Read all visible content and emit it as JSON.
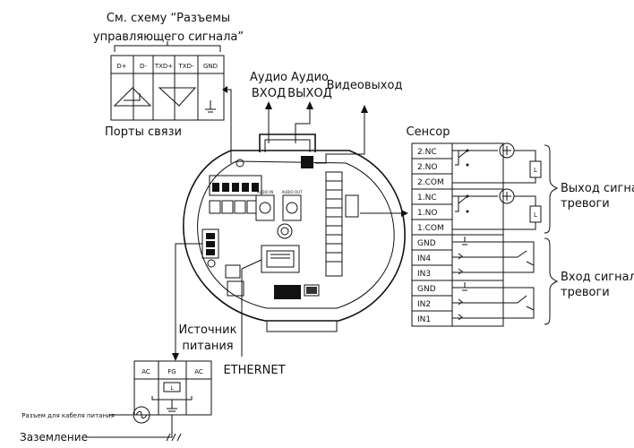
{
  "labels": {
    "see_scheme_line1": "См. схему “Разъемы",
    "see_scheme_line2": "управляющего сигнала”",
    "comm_ports": "Порты связи",
    "audio_in_line1": "Аудио",
    "audio_in_line2": "ВХОД",
    "audio_out_line1": "Аудио",
    "audio_out_line2": "ВЫХОД",
    "video_out": "Видеовыход",
    "sensor": "Сенсор",
    "alarm_out_line1": "Выход сигнала",
    "alarm_out_line2": "тревоги",
    "alarm_in_line1": "Вход сигнала",
    "alarm_in_line2": "тревоги",
    "power_line1": "Источник",
    "power_line2": "питания",
    "ethernet": "ETHERNET",
    "power_cable": "Разъем для кабеля питания",
    "ground": "Заземление"
  },
  "comm_port_pins": [
    "D+",
    "D-",
    "TXD+",
    "TXD-",
    "GND"
  ],
  "terminal_pins": [
    "2.NC",
    "2.NO",
    "2.COM",
    "1.NC",
    "1.NO",
    "1.COM",
    "GND",
    "IN4",
    "IN3",
    "GND",
    "IN2",
    "IN1"
  ],
  "power_pins": [
    "AC",
    "FG",
    "AC"
  ],
  "board": {
    "audio_in_mark": "AUDIO IN",
    "audio_out_mark": "AUDIO OUT"
  }
}
